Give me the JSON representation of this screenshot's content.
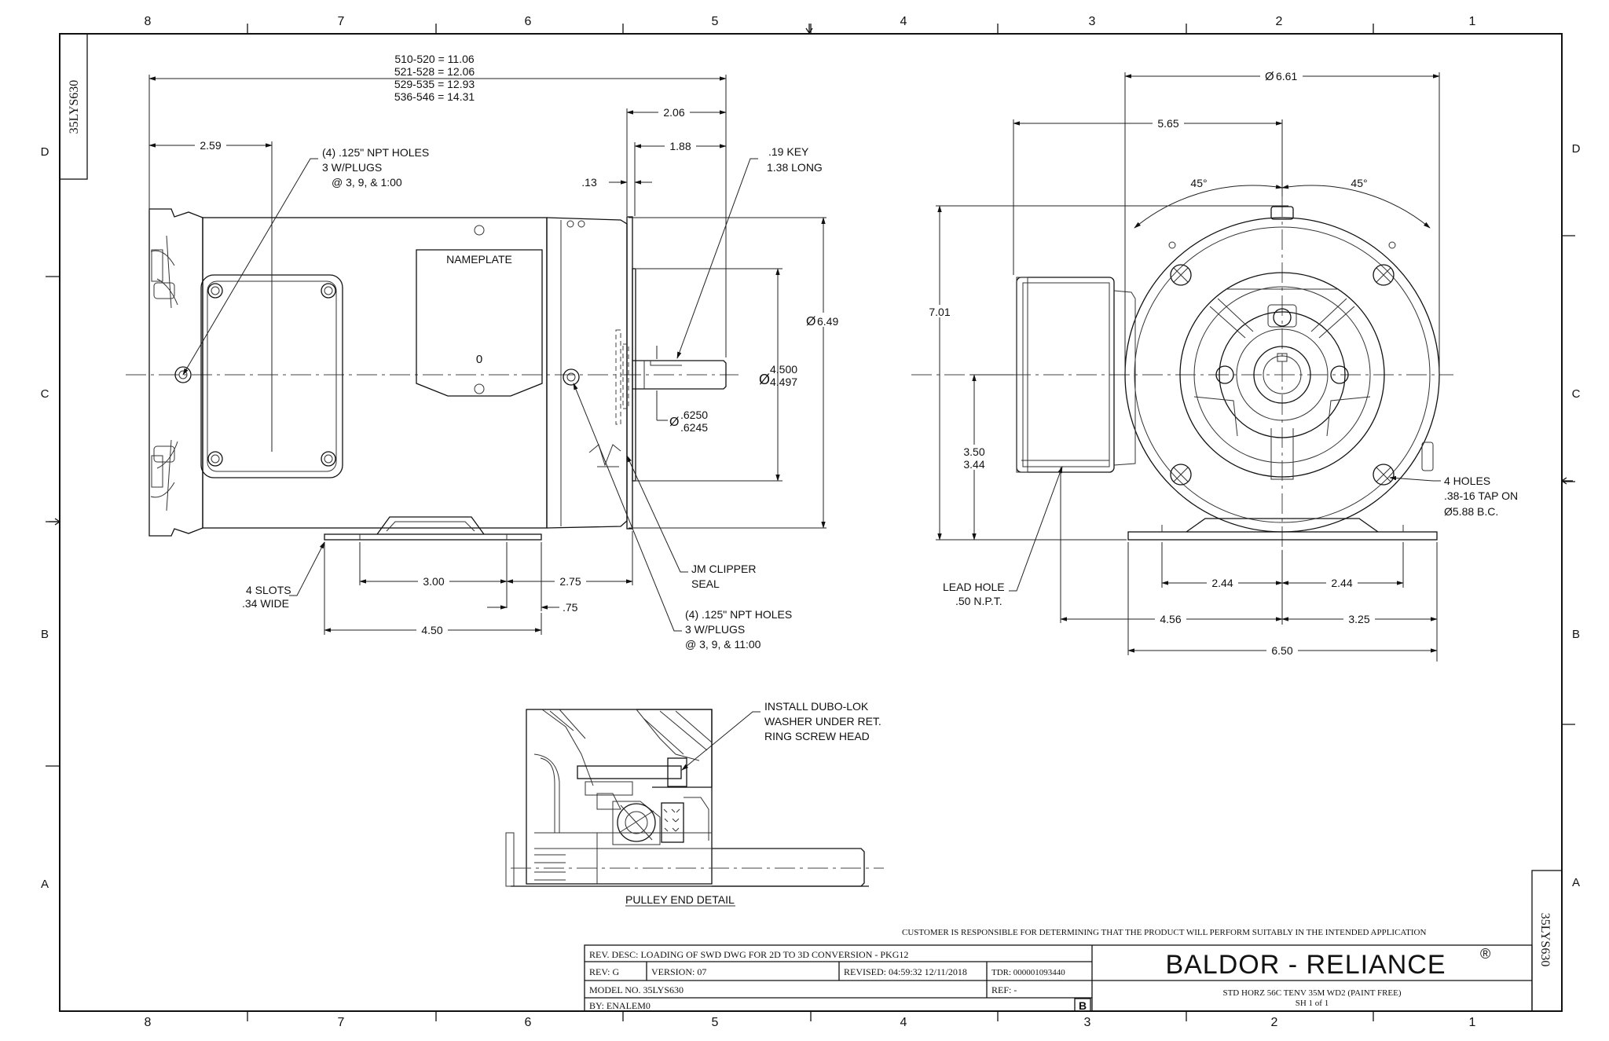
{
  "sheet": {
    "zone_numbers_top": [
      "8",
      "7",
      "6",
      "5",
      "4",
      "3",
      "2",
      "1"
    ],
    "zone_numbers_bottom": [
      "8",
      "7",
      "6",
      "5",
      "4",
      "3",
      "2",
      "1"
    ],
    "zone_letters": [
      "D",
      "C",
      "B",
      "A"
    ],
    "drawing_id": "35LYS630"
  },
  "side_view": {
    "overall_lengths": [
      "510-520 = 11.06",
      "521-528 = 12.06",
      "529-535 = 12.93",
      "536-546 = 14.31"
    ],
    "dim_2_59": "2.59",
    "dim_2_06": "2.06",
    "dim_1_88": "1.88",
    "dim_13": ".13",
    "key_note": [
      ".19 KEY",
      "1.38 LONG"
    ],
    "npt_holes_top": [
      "(4) .125\" NPT HOLES",
      "3 W/PLUGS",
      "@ 3, 9, & 1:00"
    ],
    "nameplate": "NAMEPLATE",
    "nameplate_mark": "0",
    "dia_symbol": "Ø",
    "dia_6_49": "6.49",
    "pilot_dia": [
      "4.500",
      "4.497"
    ],
    "shaft_dia": [
      ".6250",
      ".6245"
    ],
    "slots_note": [
      "4 SLOTS",
      ".34 WIDE"
    ],
    "dim_3_00": "3.00",
    "dim_2_75": "2.75",
    "dim_75": ".75",
    "dim_4_50": "4.50",
    "seal_note": [
      "JM CLIPPER",
      "SEAL"
    ],
    "npt_holes_bottom": [
      "(4) .125\" NPT HOLES",
      "3 W/PLUGS",
      "@ 3, 9, & 11:00"
    ]
  },
  "end_view": {
    "dia_6_61": "6.61",
    "dim_5_65": "5.65",
    "angle_left": "45°",
    "angle_right": "45°",
    "dim_7_01": "7.01",
    "dim_3_50": "3.50",
    "dim_3_44": "3.44",
    "holes_note": [
      "4 HOLES",
      ".38-16 TAP ON",
      "Ø5.88 B.C."
    ],
    "lead_hole": [
      "LEAD HOLE",
      ".50 N.P.T."
    ],
    "dim_2_44_left": "2.44",
    "dim_2_44_right": "2.44",
    "dim_4_56": "4.56",
    "dim_3_25": "3.25",
    "dim_6_50": "6.50"
  },
  "detail": {
    "install_note": [
      "INSTALL DUBO-LOK",
      "WASHER UNDER RET.",
      "RING SCREW HEAD"
    ],
    "title": "PULLEY END DETAIL"
  },
  "title_block": {
    "disclaimer": "CUSTOMER IS RESPONSIBLE FOR DETERMINING THAT THE PRODUCT WILL PERFORM SUITABLY IN THE INTENDED APPLICATION",
    "rev_desc": "REV. DESC: LOADING OF SWD DWG FOR 2D TO 3D CONVERSION - PKG12",
    "rev": "REV:  G",
    "version": "VERSION:  07",
    "revised": "REVISED:  04:59:32 12/11/2018",
    "tdr": "TDR: 000001093440",
    "model": "MODEL NO.  35LYS630",
    "ref": "REF:  -",
    "by": "BY: ENALEM0",
    "rev_letter": "B",
    "brand": "BALDOR - RELIANCE",
    "brand_mark": "®",
    "description": "STD HORZ 56C TENV 35M WD2 (PAINT FREE)",
    "sheet": "SH 1 of 1"
  }
}
